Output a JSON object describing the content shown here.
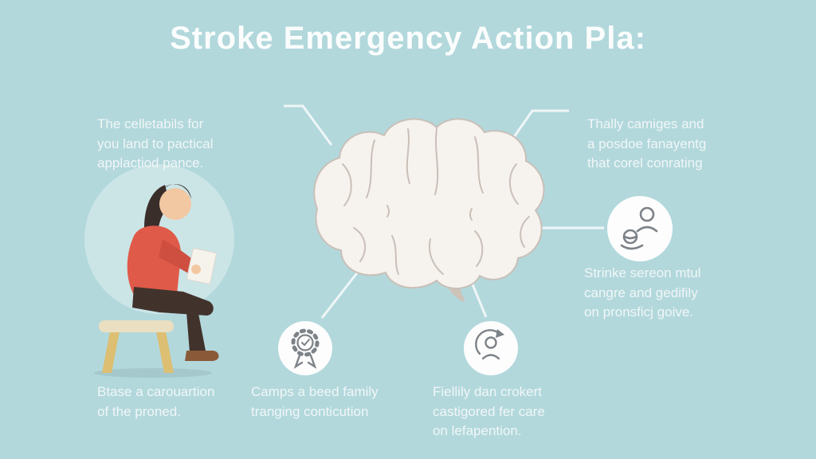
{
  "title": "Stroke Emergency Action Pla:",
  "colors": {
    "background": "#b2d8dc",
    "title_text": "#fbfdfd",
    "body_text": "#f1f6f6",
    "connector_line": "#f4f8f8",
    "brain_fill": "#f6f2ee",
    "brain_outline": "#c9c0b8",
    "person_shirt": "#e05a49",
    "person_hair": "#3a2e2b",
    "icon_stroke": "#7c8288",
    "icon_circle_fill": "#fdfdfd"
  },
  "blocks": {
    "top_left": {
      "text": "The celletabils for\nyou land to pactical\napplactiod pance."
    },
    "top_right": {
      "text": "Thally camiges and\na posdoe fanayentg\nthat corel conrating"
    },
    "right": {
      "icon": "person-care-icon",
      "text": "Strinke sereon mtul\ncangre and gedifily\non pronsficj goive."
    },
    "bottom_left": {
      "text": "Btase a carouartion\nof the proned."
    },
    "bottom_center_left": {
      "icon": "award-badge-icon",
      "text": "Camps a beed family\ntranging conticution"
    },
    "bottom_center_right": {
      "icon": "person-refresh-icon",
      "text": "Fiellily dan crokert\ncastigored fer care\non lefapention."
    }
  },
  "illustrations": {
    "center": "brain-illustration",
    "left": "seated-person-reading-illustration"
  }
}
